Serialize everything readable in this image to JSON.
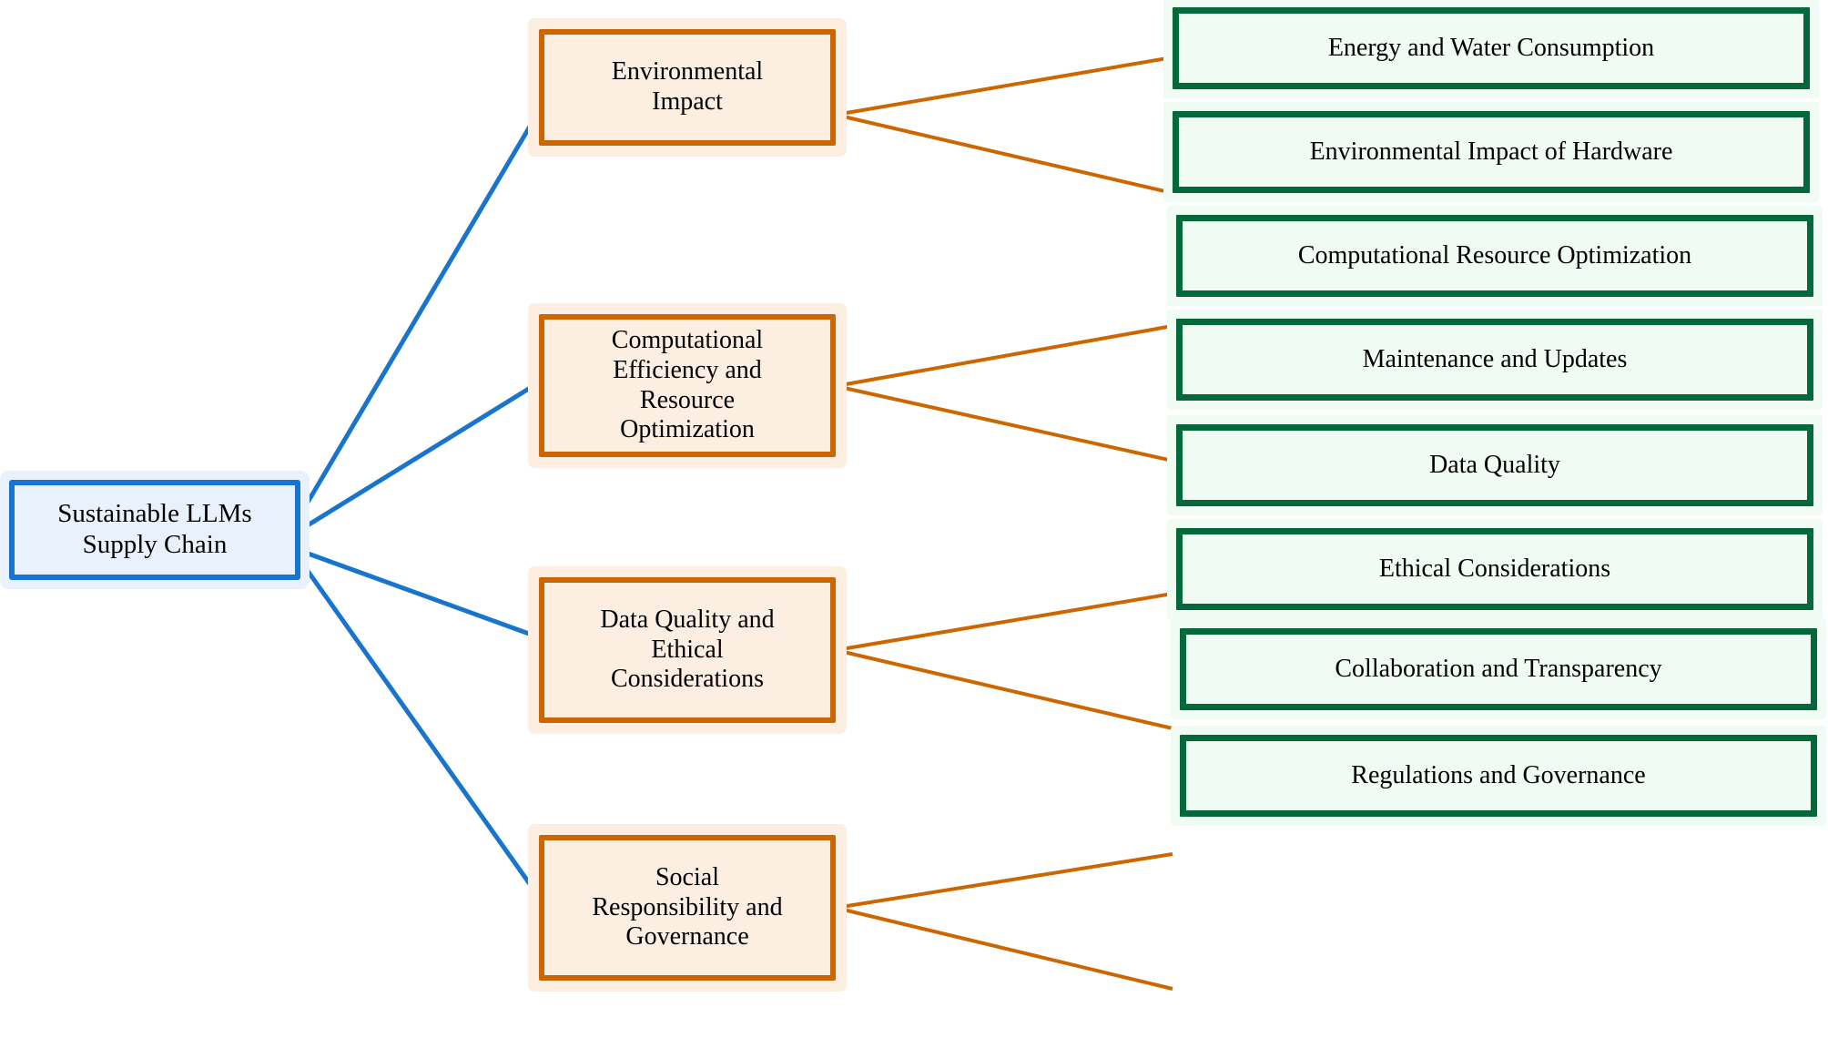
{
  "diagram": {
    "title": "Sustainable LLMs Supply Chain",
    "type": "mindmap-tree",
    "orientation": "left-to-right",
    "colors": {
      "root_border": "#1874cd",
      "root_fill": "#e8f1fc",
      "root_edge": "#1874cd",
      "category_border": "#cc6600",
      "category_fill": "#fdeee2",
      "category_edge": "#cc6600",
      "leaf_border": "#04693a",
      "leaf_fill": "#effbf3",
      "text": "#000000",
      "background": "#ffffff"
    }
  },
  "root": {
    "label": "Sustainable LLMs\nSupply Chain"
  },
  "categories": [
    {
      "id": "environmental-impact",
      "label": "Environmental\nImpact",
      "leaves": [
        {
          "id": "energy-and-water-consumption",
          "label": "Energy and Water Consumption"
        },
        {
          "id": "environmental-impact-of-hardware",
          "label": "Environmental Impact of Hardware"
        }
      ]
    },
    {
      "id": "computational-efficiency-and-resource-optimization",
      "label": "Computational\nEfficiency and\nResource\nOptimization",
      "leaves": [
        {
          "id": "computational-resource-optimization",
          "label": "Computational Resource Optimization"
        },
        {
          "id": "maintenance-and-updates",
          "label": "Maintenance and Updates"
        }
      ]
    },
    {
      "id": "data-quality-and-ethical-considerations",
      "label": "Data Quality and\nEthical\nConsiderations",
      "leaves": [
        {
          "id": "data-quality",
          "label": "Data Quality"
        },
        {
          "id": "ethical-considerations",
          "label": "Ethical Considerations"
        }
      ]
    },
    {
      "id": "social-responsibility-and-governance",
      "label": "Social\nResponsibility and\nGovernance",
      "leaves": [
        {
          "id": "collaboration-and-transparency",
          "label": "Collaboration and Transparency"
        },
        {
          "id": "regulations-and-governance",
          "label": "Regulations and Governance"
        }
      ]
    }
  ]
}
